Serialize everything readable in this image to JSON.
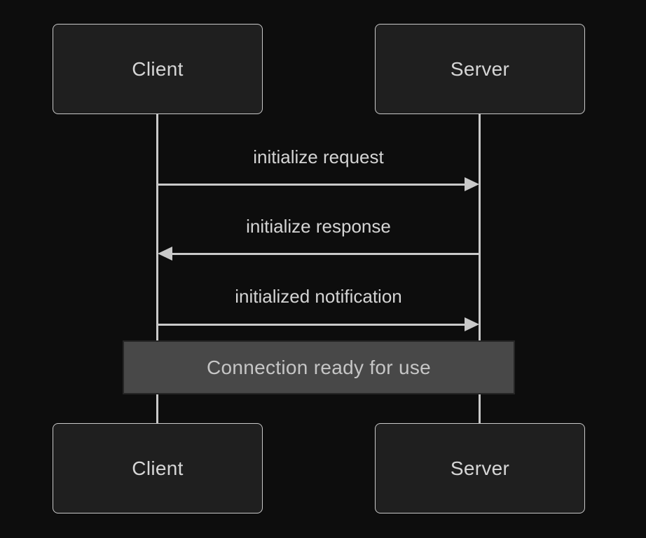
{
  "diagram": {
    "type": "sequence",
    "actors": [
      {
        "id": "client",
        "label": "Client"
      },
      {
        "id": "server",
        "label": "Server"
      }
    ],
    "messages": [
      {
        "label": "initialize request",
        "from": "client",
        "to": "server",
        "arrow": "solid-right"
      },
      {
        "label": "initialize response",
        "from": "server",
        "to": "client",
        "arrow": "solid-left"
      },
      {
        "label": "initialized notification",
        "from": "client",
        "to": "server",
        "arrow": "solid-right"
      }
    ],
    "note": {
      "label": "Connection ready for use",
      "span": "client-server"
    },
    "colors": {
      "background": "#0d0d0d",
      "actor_fill": "#1f1f1f",
      "actor_border": "#c9c9c9",
      "line": "#c9c9c9",
      "actor_text": "#d6d6d6",
      "message_text": "#d4d4d4",
      "note_fill": "#484848",
      "note_border": "#262626",
      "note_text": "#c6c6c6"
    }
  }
}
